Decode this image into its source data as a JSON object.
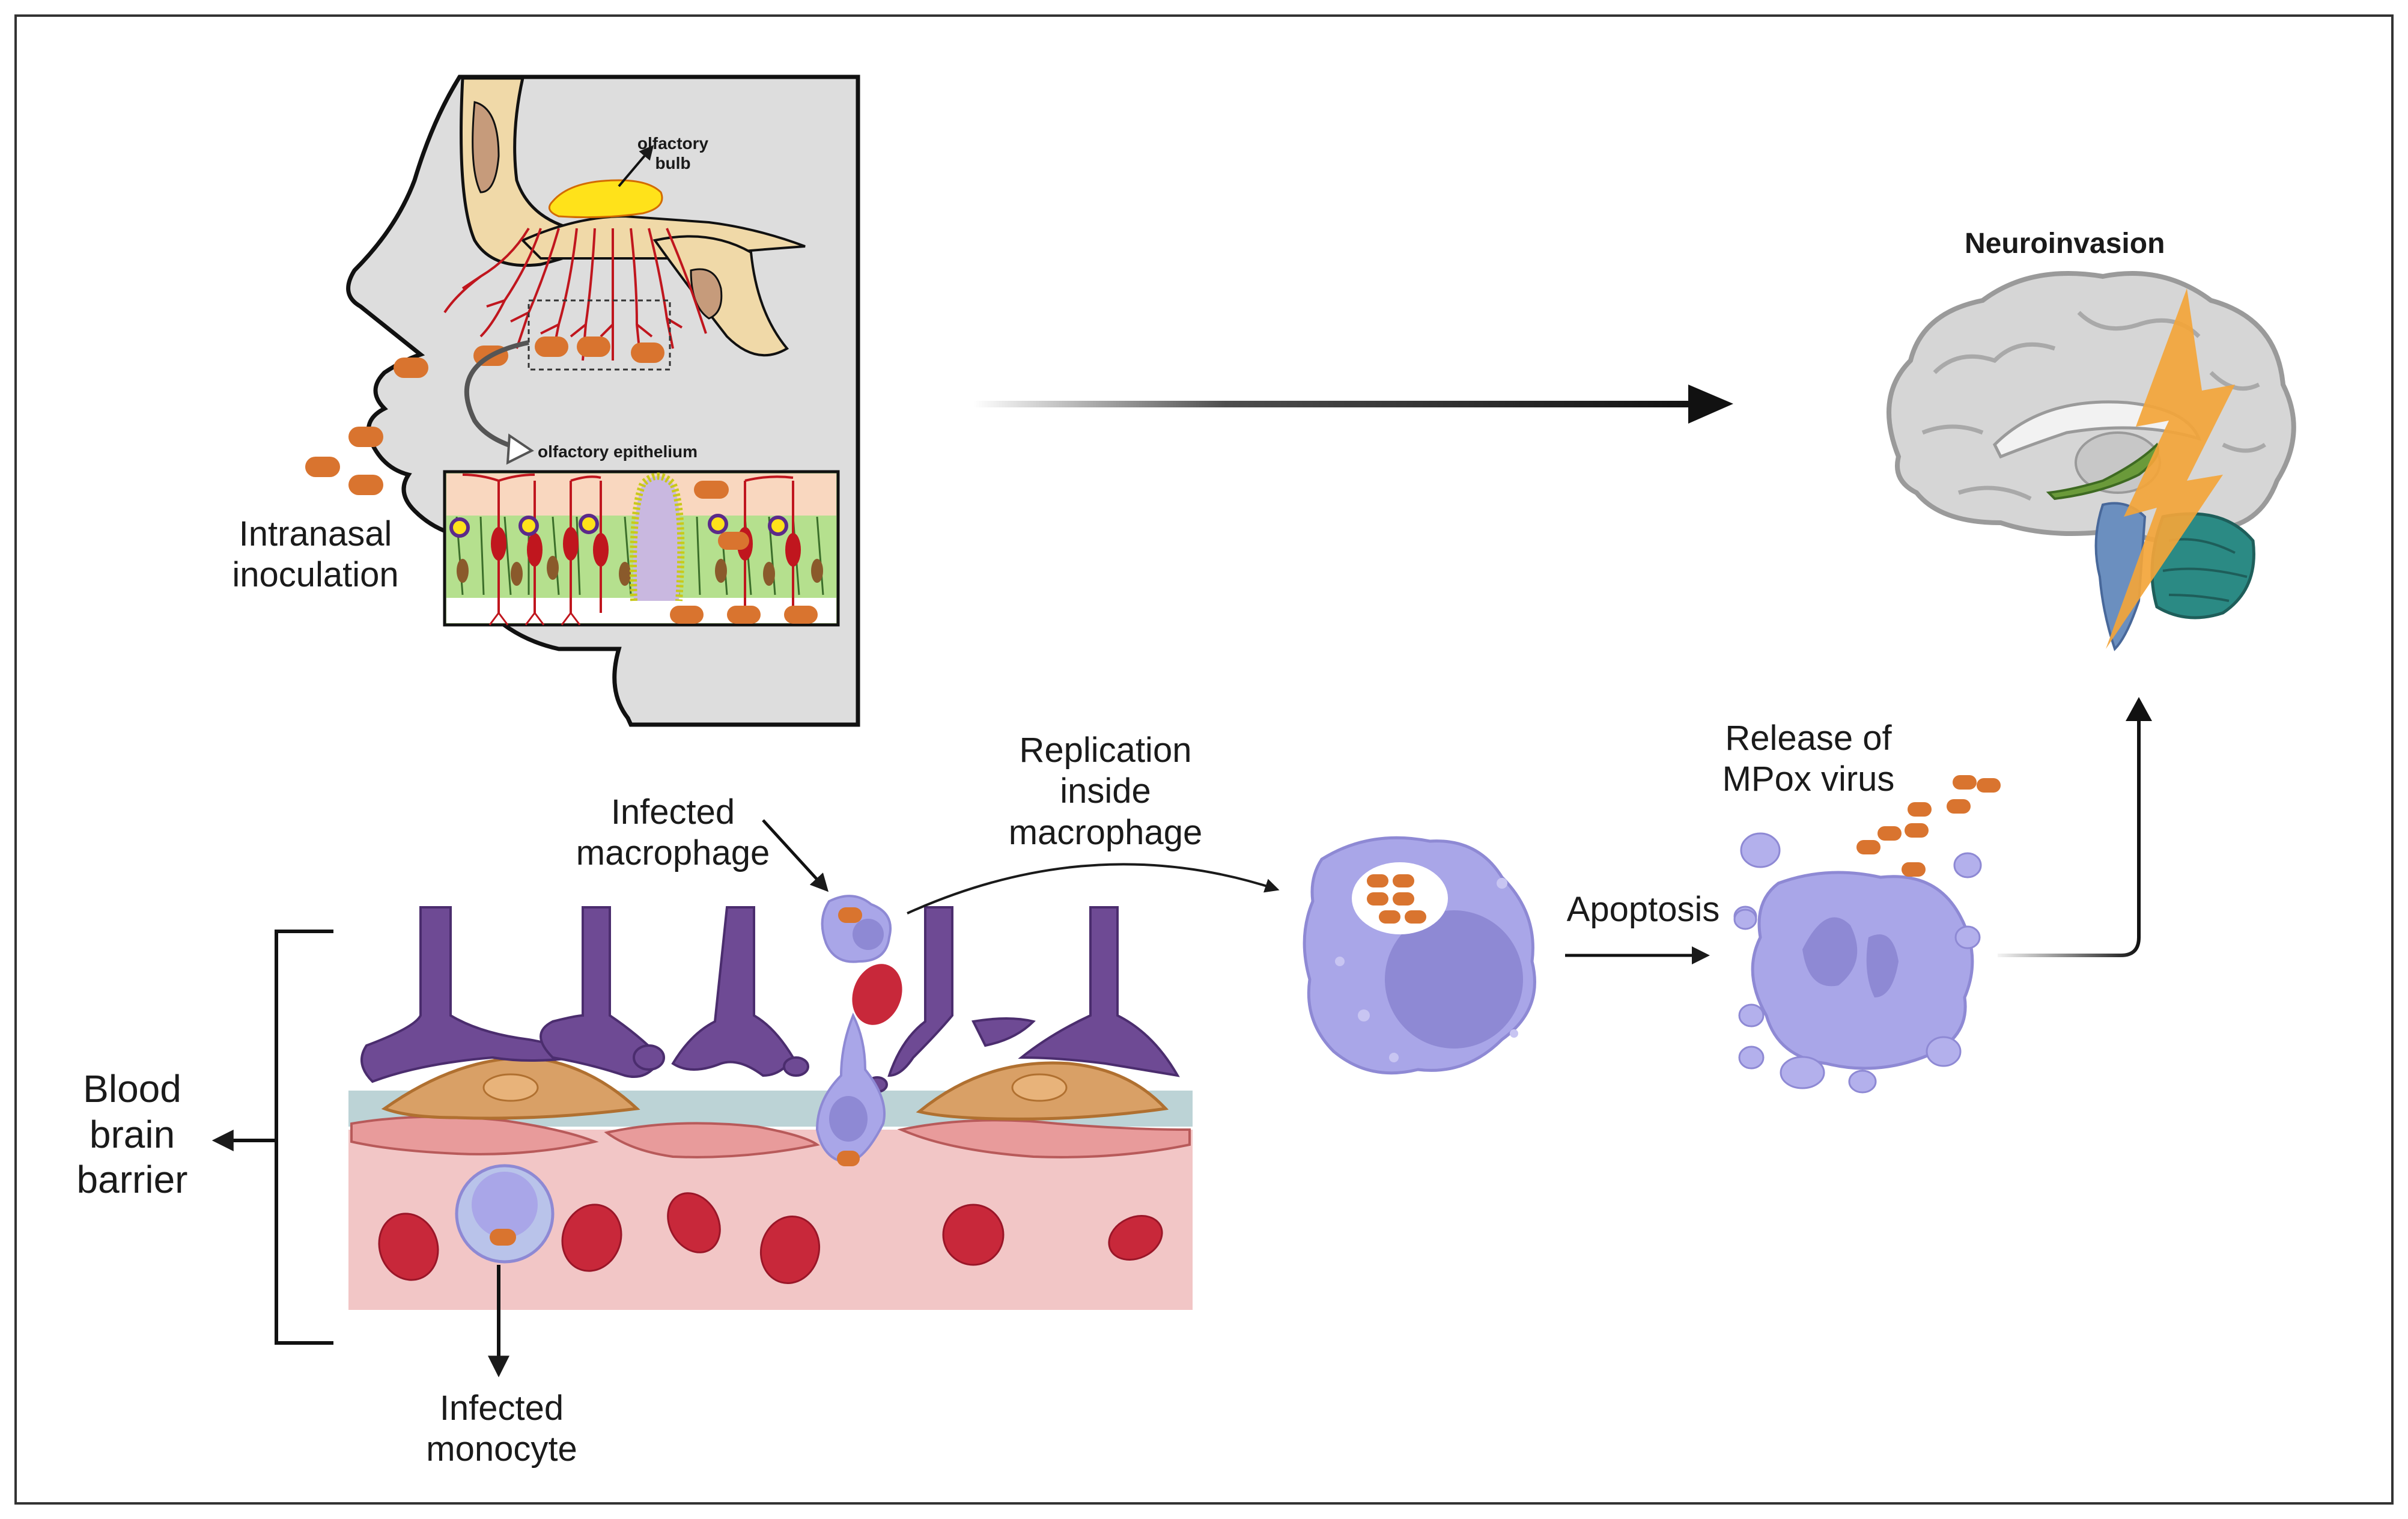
{
  "labels": {
    "olfactory_bulb": "olfactory\nbulb",
    "olfactory_epithelium": "olfactory epithelium",
    "intranasal": "Intranasal\ninoculation",
    "neuroinvasion": "Neuroinvasion",
    "infected_macrophage": "Infected\nmacrophage",
    "replication": "Replication\ninside\nmacrophage",
    "release": "Release of\nMPox virus",
    "apoptosis": "Apoptosis",
    "bbb": "Blood\nbrain\nbarrier",
    "infected_monocyte": "Infected\nmonocyte"
  },
  "colors": {
    "virus": "#d9742f",
    "macrophage": "#a9a6e8",
    "macrophage_dark": "#8e89d4",
    "rbc": "#c8283a",
    "endothelium": "#f2c6c6",
    "astrocyte": "#6e4a94",
    "pericyte": "#d9a066",
    "panel_gray": "#dddddd",
    "bone": "#f0d9a8",
    "nerve": "#c0161e",
    "epithelium_green": "#b5e08e",
    "bulb_yellow": "#ffe21a",
    "lightning": "#f3a53a",
    "brain_gray": "#d6d6d6",
    "cerebellum": "#2b8a84",
    "limbic_green": "#6a9a3a",
    "brainstem": "#6b8fbf"
  }
}
